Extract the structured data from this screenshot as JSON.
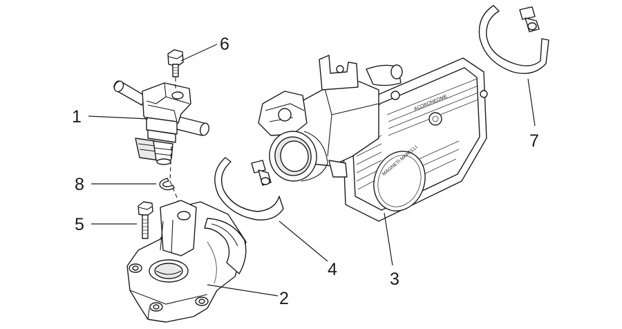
{
  "callouts": {
    "c1": "1",
    "c2": "2",
    "c3": "3",
    "c4": "4",
    "c5": "5",
    "c6": "6",
    "c7": "7",
    "c8": "8"
  },
  "stamps": {
    "cover": "ACORONEOME",
    "cap": "MAGNETI MARELLI"
  },
  "colors": {
    "line": "#1a1a1a",
    "fill": "#ffffff",
    "shade": "#e9e9e9"
  }
}
